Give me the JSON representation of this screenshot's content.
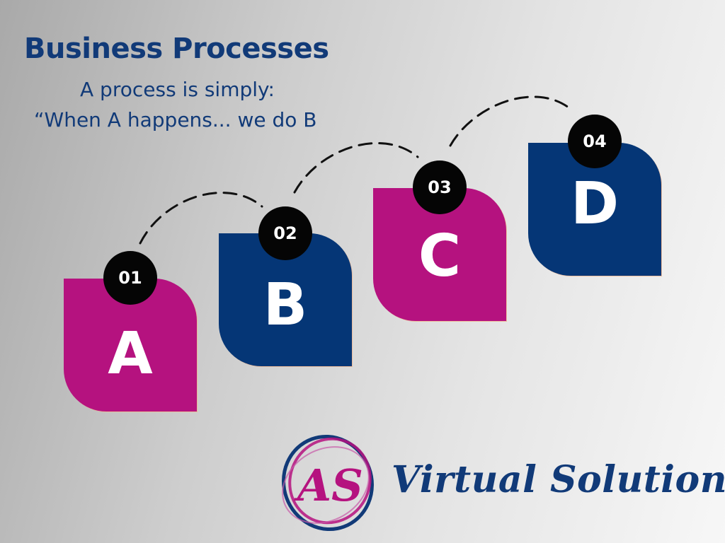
{
  "header": {
    "title": "Business Processes",
    "subtitle_line1": "A process is simply:",
    "subtitle_line2": "“When A happens... we do B"
  },
  "steps": [
    {
      "number": "01",
      "letter": "A",
      "color": "#b5127f"
    },
    {
      "number": "02",
      "letter": "B",
      "color": "#053676"
    },
    {
      "number": "03",
      "letter": "C",
      "color": "#b5127f"
    },
    {
      "number": "04",
      "letter": "D",
      "color": "#053676"
    }
  ],
  "logo": {
    "monogram": "AS",
    "brand_name": "Virtual Solutions"
  },
  "colors": {
    "navy": "#113a78",
    "magenta": "#b5127f",
    "badge": "#050505"
  }
}
